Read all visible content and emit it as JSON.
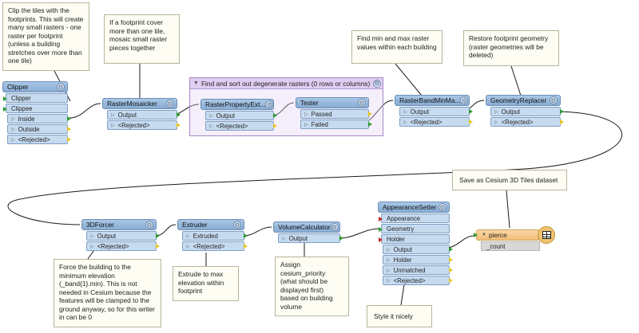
{
  "callouts": {
    "clip": "Clip the tiles with the footprints. This will create many small rasters - one raster per footprint (unless a building stretches over more than one tile)",
    "mosaic": "If a footprint cover more than one tile, mosaic small raster pieces together",
    "minmax": "Find min and max raster values within each building",
    "restore": "Restore footprint geometry (raster geometries will be deleted)",
    "cesium": "Save as Cesium 3D Tiles dataset",
    "force": "Force the building to the minimum elevation (_band{1}.min). This is not needed in Cesium because the features will be clamped to the ground anyway, so for this writer in can be 0",
    "extrude": "Extrude to max elevation within footprint",
    "priority": "Assign cesium_priority (what should be displayed first) based on building volume",
    "style": "Style it nicely"
  },
  "bookmark": {
    "title": "Find and sort out degenerate rasters (0 rows or columns)"
  },
  "transformers": {
    "clipper": {
      "name": "Clipper",
      "inputs": [
        "Clipper",
        "Clippee"
      ],
      "outputs": [
        "Inside",
        "Outside",
        "<Rejected>"
      ]
    },
    "mosaicker": {
      "name": "RasterMosaicker",
      "outputs": [
        "Output",
        "<Rejected>"
      ]
    },
    "propext": {
      "name": "RasterPropertyExt...",
      "outputs": [
        "Output",
        "<Rejected>"
      ]
    },
    "tester": {
      "name": "Tester",
      "outputs": [
        "Passed",
        "Failed"
      ]
    },
    "bandminmax": {
      "name": "RasterBandMinMa...",
      "outputs": [
        "Output",
        "<Rejected>"
      ]
    },
    "georeplacer": {
      "name": "GeometryReplacer",
      "outputs": [
        "Output",
        "<Rejected>"
      ]
    },
    "forcer": {
      "name": "3DForcer",
      "outputs": [
        "Output",
        "<Rejected>"
      ]
    },
    "extruder": {
      "name": "Extruder",
      "outputs": [
        "Extruded",
        "<Rejected>"
      ]
    },
    "volcalc": {
      "name": "VolumeCalculator",
      "outputs": [
        "Output"
      ]
    },
    "appearance": {
      "name": "AppearanceSetter",
      "inputs": [
        "Appearance",
        "Geometry",
        "Holder"
      ],
      "outputs": [
        "Output",
        "Holder",
        "Unmatched",
        "<Rejected>"
      ]
    }
  },
  "writer": {
    "name": "pierce",
    "attribute": "_count"
  },
  "icons": {
    "gear": "gear-icon",
    "writer": "cesium-writer-icon",
    "collapse": "collapse-triangle-icon"
  },
  "colors": {
    "transformer": "#88acd3",
    "writer": "#f3be7a",
    "bookmark": "#e0cdf2",
    "output_port": "#2e9a2e",
    "rejected_port": "#e6c622",
    "input_port_red": "#c62828"
  }
}
